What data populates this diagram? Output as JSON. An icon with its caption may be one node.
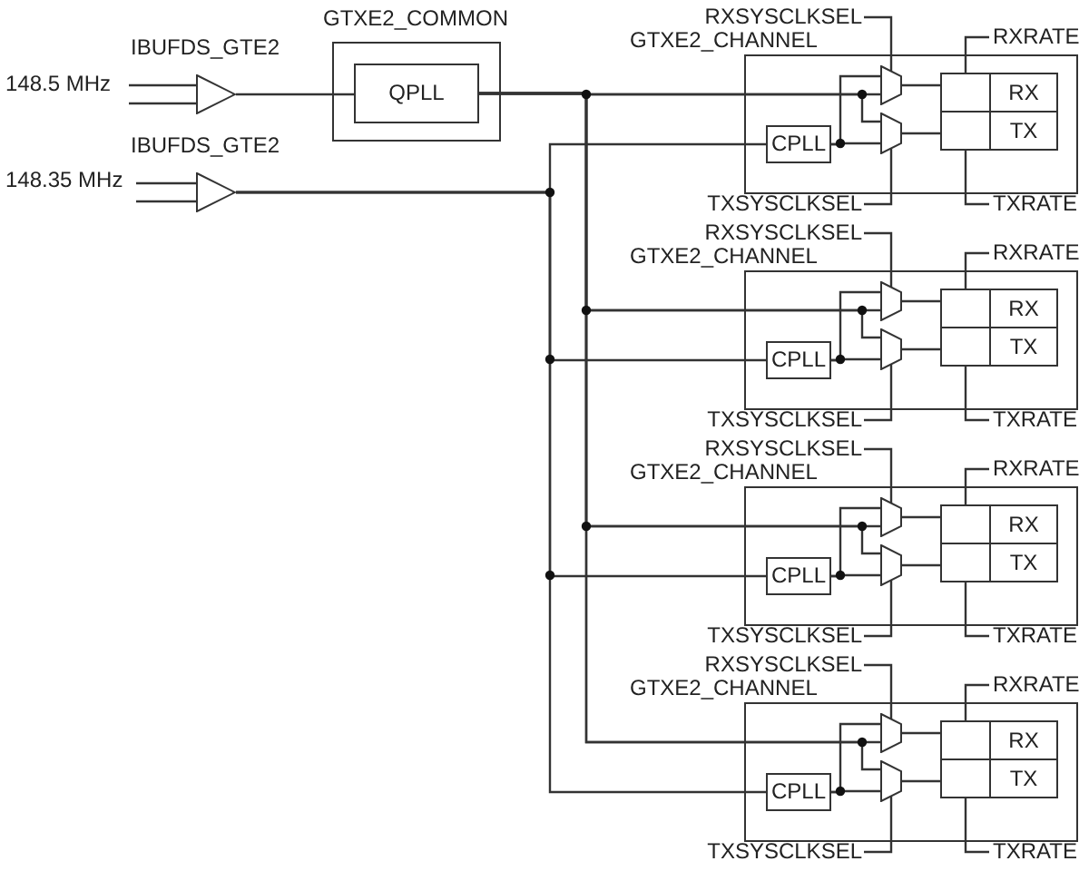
{
  "diagram": {
    "nodes": [
      {
        "text": [
          "148.5 MHz"
        ]
      },
      {
        "text": [
          "IBUFDS_GTE2"
        ]
      },
      {
        "text": [
          "148.35 MHz"
        ]
      },
      {
        "text": [
          "IBUFDS_GTE2"
        ]
      },
      {
        "text": [
          "GTXE2_COMMON"
        ]
      },
      {
        "text": [
          "QPLL"
        ],
        "in": 4
      },
      {
        "text": [
          "RXSYSCLKSEL"
        ]
      },
      {
        "text": [
          "GTXE2_CHANNEL"
        ]
      },
      {
        "text": [
          "RXRATE"
        ]
      },
      {
        "text": [],
        "shape": "trapezoid",
        "in": 7
      },
      {
        "text": [
          "RX"
        ],
        "in": 7
      },
      {
        "text": [
          "CPLL"
        ],
        "in": 7
      },
      {
        "text": [],
        "shape": "trapezoid",
        "in": 7
      },
      {
        "text": [
          "TX"
        ],
        "in": 7
      },
      {
        "text": [
          "TXSYSCLKSEL"
        ]
      },
      {
        "text": [
          "TXRATE"
        ]
      },
      {
        "text": [
          "RXSYSCLKSEL"
        ]
      },
      {
        "text": [
          "GTXE2_CHANNEL"
        ]
      },
      {
        "text": [
          "RXRATE"
        ]
      },
      {
        "text": [],
        "shape": "trapezoid",
        "in": 17
      },
      {
        "text": [
          "RX"
        ],
        "in": 17
      },
      {
        "text": [
          "CPLL"
        ],
        "in": 17
      },
      {
        "text": [],
        "shape": "trapezoid",
        "in": 17
      },
      {
        "text": [
          "TX"
        ],
        "in": 17
      },
      {
        "text": [
          "TXSYSCLKSEL"
        ]
      },
      {
        "text": [
          "TXRATE"
        ]
      },
      {
        "text": [
          "RXSYSCLKSEL"
        ]
      },
      {
        "text": [
          "GTXE2_CHANNEL"
        ]
      },
      {
        "text": [
          "RXRATE"
        ]
      },
      {
        "text": [],
        "shape": "trapezoid",
        "in": 27
      },
      {
        "text": [
          "RX"
        ],
        "in": 27
      },
      {
        "text": [
          "CPLL"
        ],
        "in": 27
      },
      {
        "text": [],
        "shape": "trapezoid",
        "in": 27
      },
      {
        "text": [
          "TX"
        ],
        "in": 27
      },
      {
        "text": [
          "TXSYSCLKSEL"
        ]
      },
      {
        "text": [
          "TXRATE"
        ]
      },
      {
        "text": [
          "RXSYSCLKSEL"
        ]
      },
      {
        "text": [
          "GTXE2_CHANNEL"
        ]
      },
      {
        "text": [
          "RXRATE"
        ]
      },
      {
        "text": [],
        "shape": "trapezoid",
        "in": 37
      },
      {
        "text": [
          "RX"
        ],
        "in": 37
      },
      {
        "text": [
          "CPLL"
        ],
        "in": 37
      },
      {
        "text": [],
        "shape": "trapezoid",
        "in": 37
      },
      {
        "text": [
          "TX"
        ],
        "in": 37
      },
      {
        "text": [
          "TXSYSCLKSEL"
        ]
      },
      {
        "text": [
          "TXRATE"
        ]
      }
    ],
    "edges": [
      {
        "from": 0,
        "to": 1,
        "arrow": "none"
      },
      {
        "from": 2,
        "to": 3,
        "arrow": "none"
      },
      {
        "from": 1,
        "to": 5,
        "arrow": "none"
      },
      {
        "from": 5,
        "to": 9,
        "arrow": "none"
      },
      {
        "from": 5,
        "to": 12,
        "arrow": "none"
      },
      {
        "from": 3,
        "to": 11,
        "arrow": "none"
      },
      {
        "from": 11,
        "to": 9,
        "arrow": "none"
      },
      {
        "from": 11,
        "to": 12,
        "arrow": "none"
      },
      {
        "from": 9,
        "to": 10,
        "arrow": "none"
      },
      {
        "from": 12,
        "to": 13,
        "arrow": "none"
      },
      {
        "from": 6,
        "to": 9,
        "arrow": "none"
      },
      {
        "from": 14,
        "to": 12,
        "arrow": "none"
      },
      {
        "from": 8,
        "to": 10,
        "arrow": "none"
      },
      {
        "from": 15,
        "to": 13,
        "arrow": "none"
      },
      {
        "from": 5,
        "to": 19,
        "arrow": "none"
      },
      {
        "from": 5,
        "to": 22,
        "arrow": "none"
      },
      {
        "from": 3,
        "to": 21,
        "arrow": "none"
      },
      {
        "from": 21,
        "to": 19,
        "arrow": "none"
      },
      {
        "from": 21,
        "to": 22,
        "arrow": "none"
      },
      {
        "from": 19,
        "to": 20,
        "arrow": "none"
      },
      {
        "from": 22,
        "to": 23,
        "arrow": "none"
      },
      {
        "from": 16,
        "to": 19,
        "arrow": "none"
      },
      {
        "from": 24,
        "to": 22,
        "arrow": "none"
      },
      {
        "from": 18,
        "to": 20,
        "arrow": "none"
      },
      {
        "from": 25,
        "to": 23,
        "arrow": "none"
      },
      {
        "from": 5,
        "to": 29,
        "arrow": "none"
      },
      {
        "from": 5,
        "to": 32,
        "arrow": "none"
      },
      {
        "from": 3,
        "to": 31,
        "arrow": "none"
      },
      {
        "from": 31,
        "to": 29,
        "arrow": "none"
      },
      {
        "from": 31,
        "to": 32,
        "arrow": "none"
      },
      {
        "from": 29,
        "to": 30,
        "arrow": "none"
      },
      {
        "from": 32,
        "to": 33,
        "arrow": "none"
      },
      {
        "from": 26,
        "to": 29,
        "arrow": "none"
      },
      {
        "from": 34,
        "to": 32,
        "arrow": "none"
      },
      {
        "from": 28,
        "to": 30,
        "arrow": "none"
      },
      {
        "from": 35,
        "to": 33,
        "arrow": "none"
      },
      {
        "from": 5,
        "to": 39,
        "arrow": "none"
      },
      {
        "from": 5,
        "to": 42,
        "arrow": "none"
      },
      {
        "from": 3,
        "to": 41,
        "arrow": "none"
      },
      {
        "from": 41,
        "to": 39,
        "arrow": "none"
      },
      {
        "from": 41,
        "to": 42,
        "arrow": "none"
      },
      {
        "from": 39,
        "to": 40,
        "arrow": "none"
      },
      {
        "from": 42,
        "to": 43,
        "arrow": "none"
      },
      {
        "from": 36,
        "to": 39,
        "arrow": "none"
      },
      {
        "from": 44,
        "to": 42,
        "arrow": "none"
      },
      {
        "from": 38,
        "to": 40,
        "arrow": "none"
      },
      {
        "from": 45,
        "to": 43,
        "arrow": "none"
      }
    ]
  }
}
